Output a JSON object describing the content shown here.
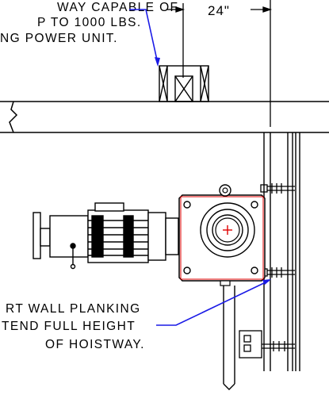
{
  "top_note": {
    "lines": [
      "WAY CAPABLE OF",
      "P TO 1000 LBS.",
      "NG POWER UNIT."
    ]
  },
  "dimension": {
    "label": "24\""
  },
  "bottom_note": {
    "lines": [
      "RT WALL PLANKING",
      "TEND FULL HEIGHT",
      "OF HOISTWAY."
    ]
  },
  "colors": {
    "linework": "#000000",
    "leader": "#1a1ae6",
    "housing_outline": "#e00000",
    "center_mark": "#e00000"
  }
}
